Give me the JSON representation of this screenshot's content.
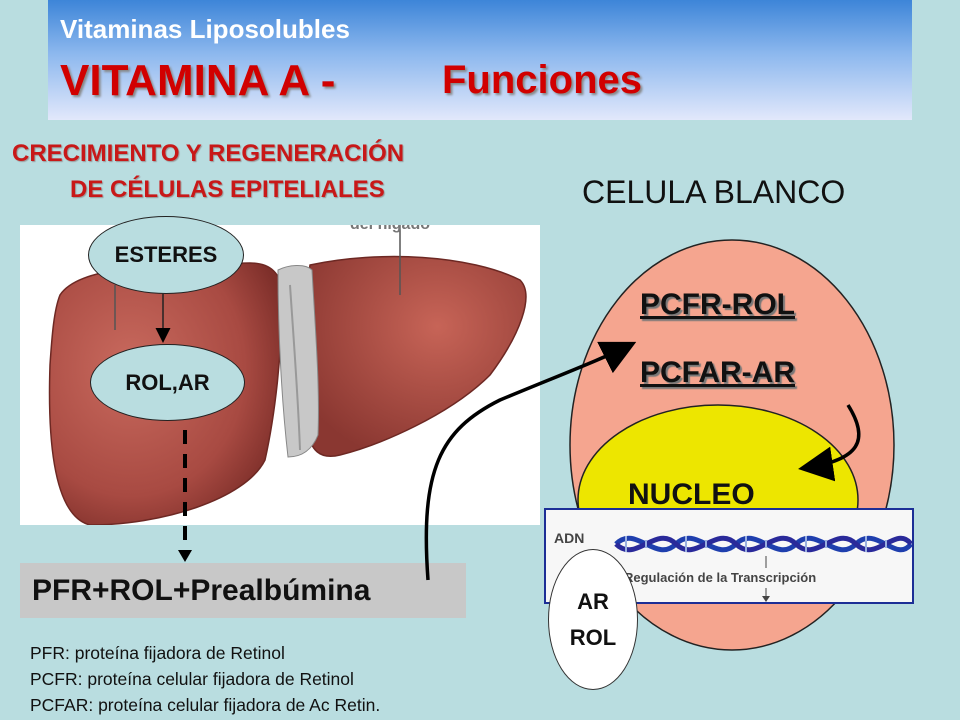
{
  "header": {
    "subtitle": "Vitaminas Liposolubles",
    "title": "VITAMINA A -",
    "title_sub": "Funciones"
  },
  "heading": {
    "line1": "CRECIMIENTO Y REGENERACIÓN",
    "line2": "DE CÉLULAS EPITELIALES"
  },
  "liver": {
    "partial_caption": "del hígado",
    "bubble_top": "ESTERES",
    "bubble_bottom": "ROL,AR"
  },
  "transport_box": "PFR+ROL+Prealbúmina",
  "cell": {
    "title": "CELULA BLANCO",
    "label1": "PCFR-ROL",
    "label2": "PCFAR-AR",
    "nucleus": "NUCLEO",
    "adn": "ADN",
    "regulation": "Regulación de la Transcripción",
    "ar_line1": "AR",
    "ar_line2": "ROL"
  },
  "legend": [
    "PFR: proteína fijadora de Retinol",
    "PCFR: proteína celular fijadora de Retinol",
    "PCFAR: proteína celular fijadora de Ac Retin."
  ],
  "colors": {
    "background": "#b9dde0",
    "title_red": "#d10000",
    "cell_fill": "#f5a58f",
    "nucleus_fill": "#ede600",
    "liver": "#b5524a",
    "dna_border": "#1c2e96"
  }
}
